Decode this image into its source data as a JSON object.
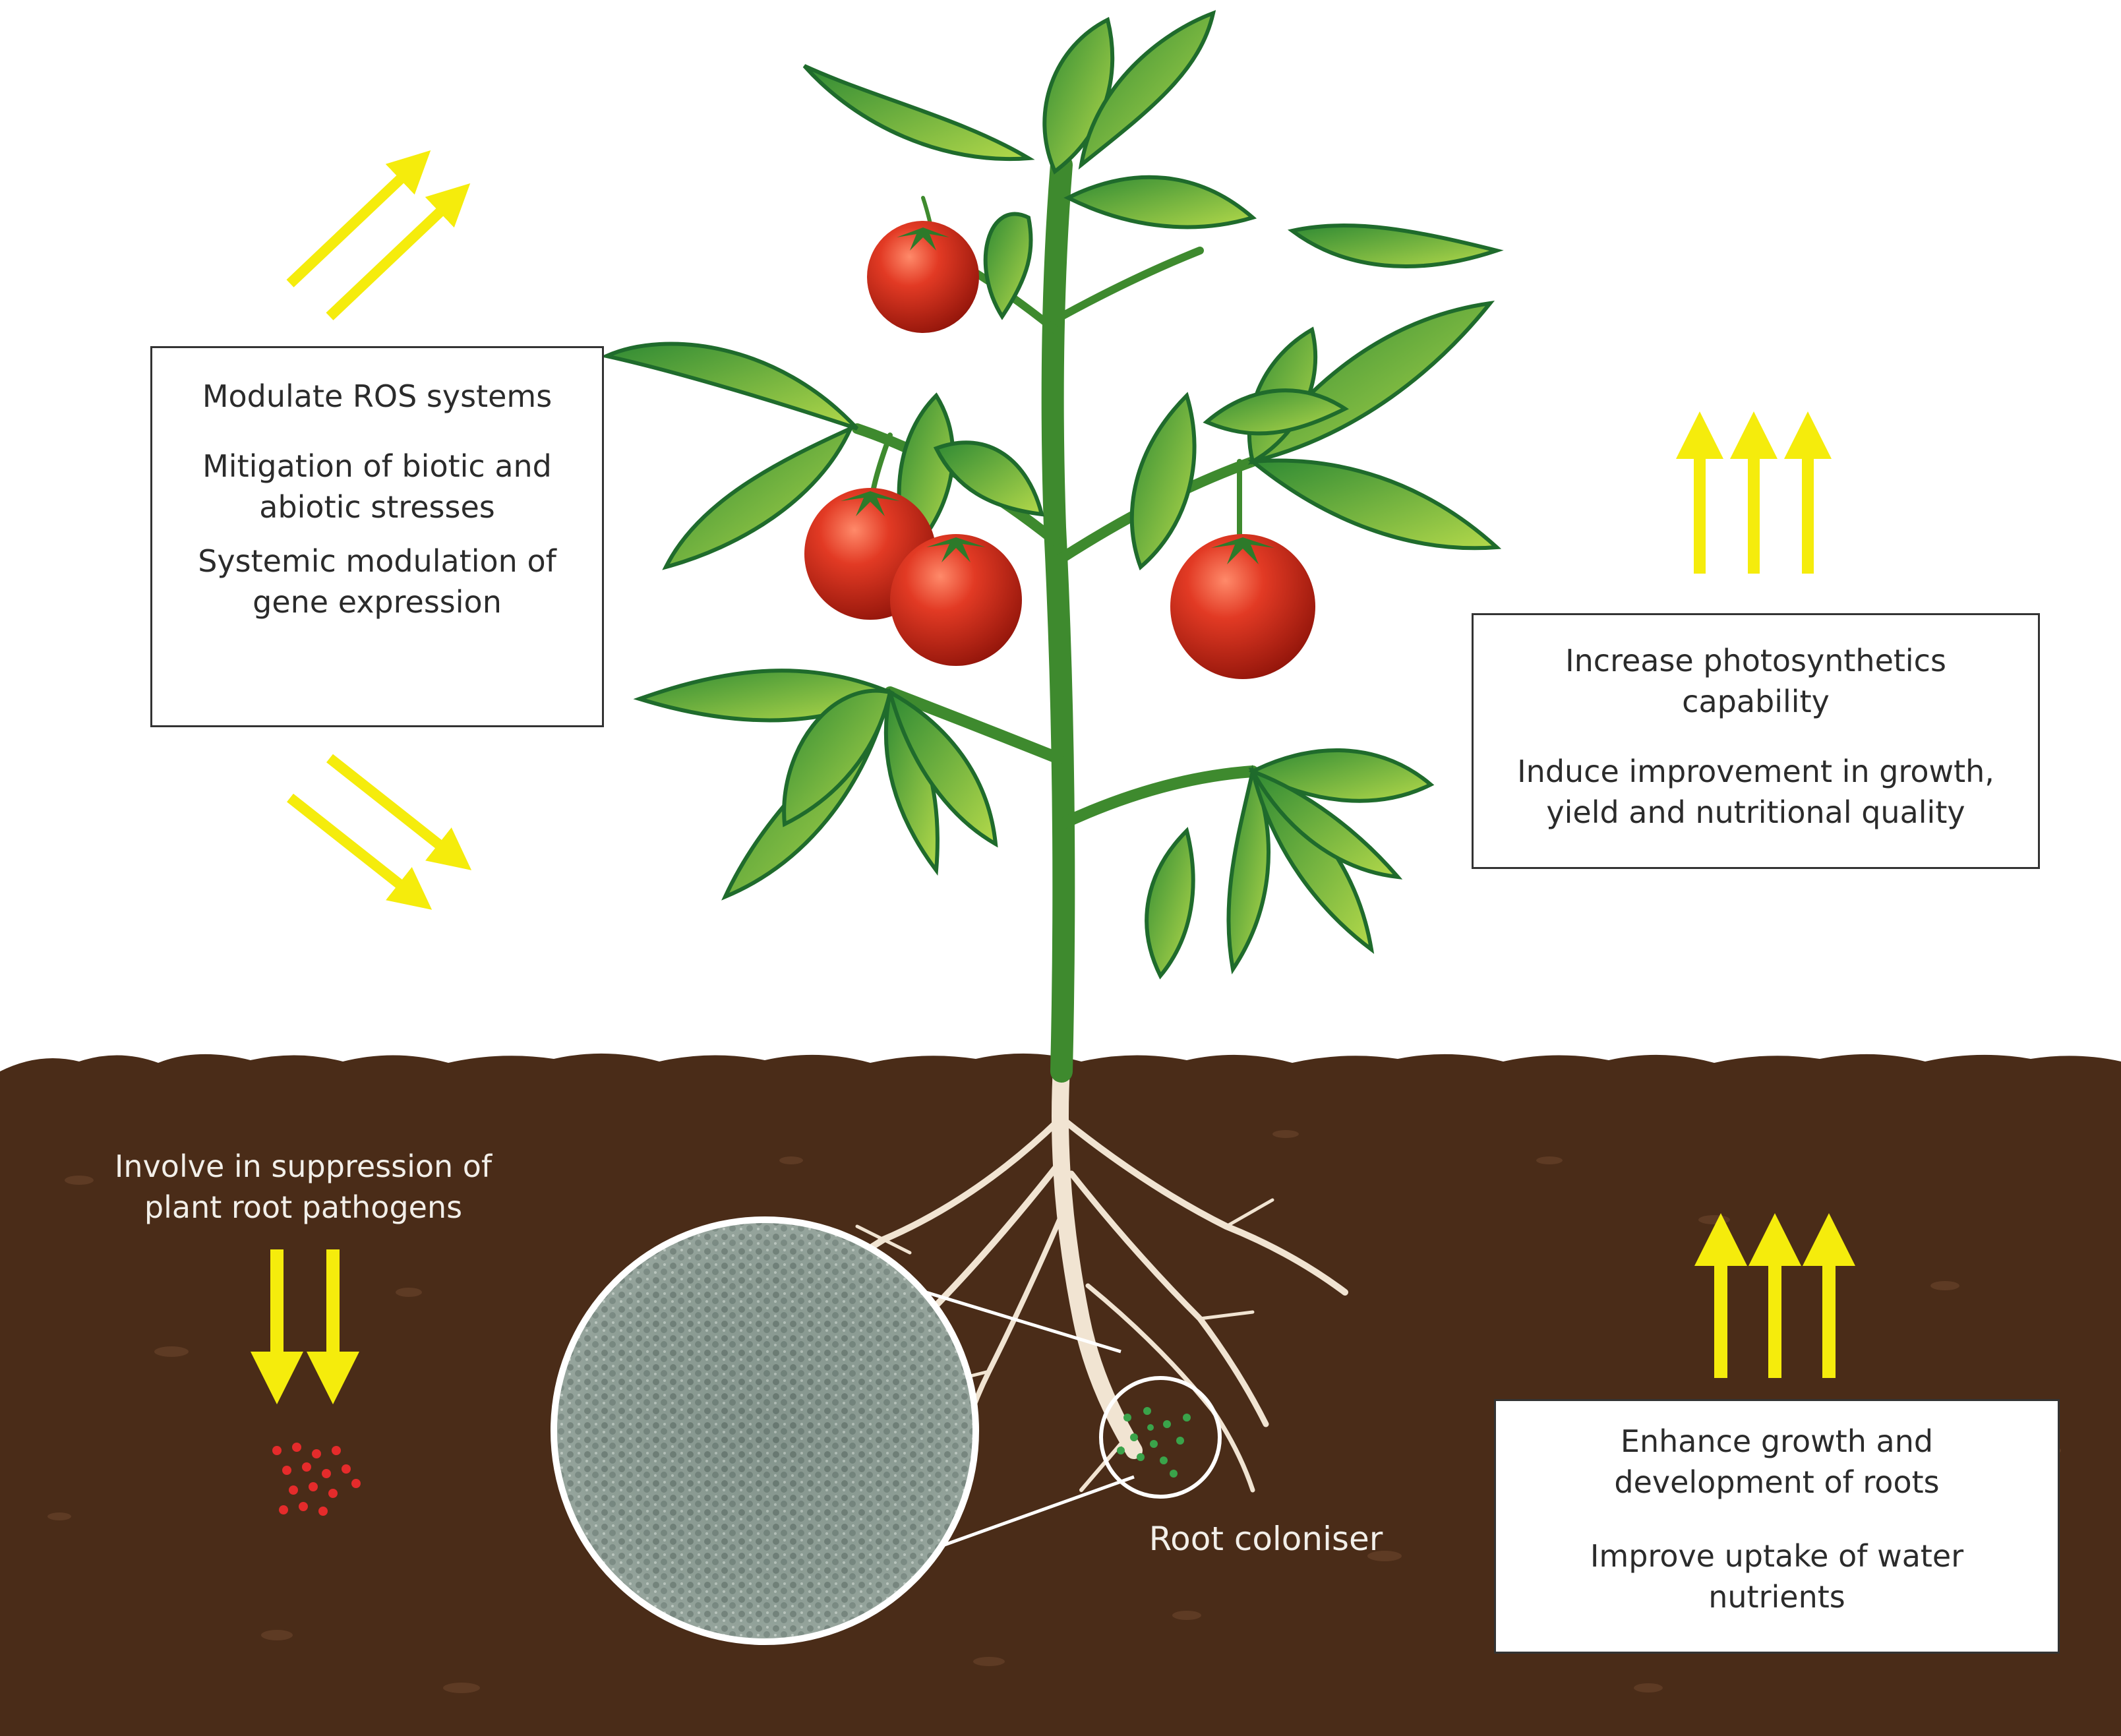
{
  "colors": {
    "soil": "#4a2c18",
    "soil_speck": "#5e3b24",
    "arrow": "#f5ec0c",
    "leaf_dark": "#1f6b2c",
    "leaf_light": "#9ccc3c",
    "tomato": "#d22a1e",
    "root": "#f1e4d2",
    "pathogen": "#e52b2b",
    "colonizer": "#3aa34a"
  },
  "icons": {
    "arrows_up_right": "arrow-up-right-icon",
    "arrows_down_right": "arrow-down-right-icon",
    "arrows_up": "arrow-up-icon",
    "arrows_down": "arrow-down-icon"
  },
  "left_box": {
    "line1": "Modulate ROS systems",
    "line2a": "Mitigation of biotic and",
    "line2b": "abiotic stresses",
    "line3a": "Systemic modulation of",
    "line3b": "gene expression"
  },
  "right_box": {
    "line1a": "Increase photosynthetics",
    "line1b": "capability",
    "line2a": "Induce improvement in growth,",
    "line2b": "yield and nutritional quality"
  },
  "soil_left": {
    "line1": "Involve in suppression of",
    "line2": "plant root pathogens"
  },
  "colonizer_label": "Root coloniser",
  "root_box": {
    "line1a": "Enhance growth and",
    "line1b": "development of roots",
    "line2a": "Improve uptake of water",
    "line2b": "nutrients"
  }
}
